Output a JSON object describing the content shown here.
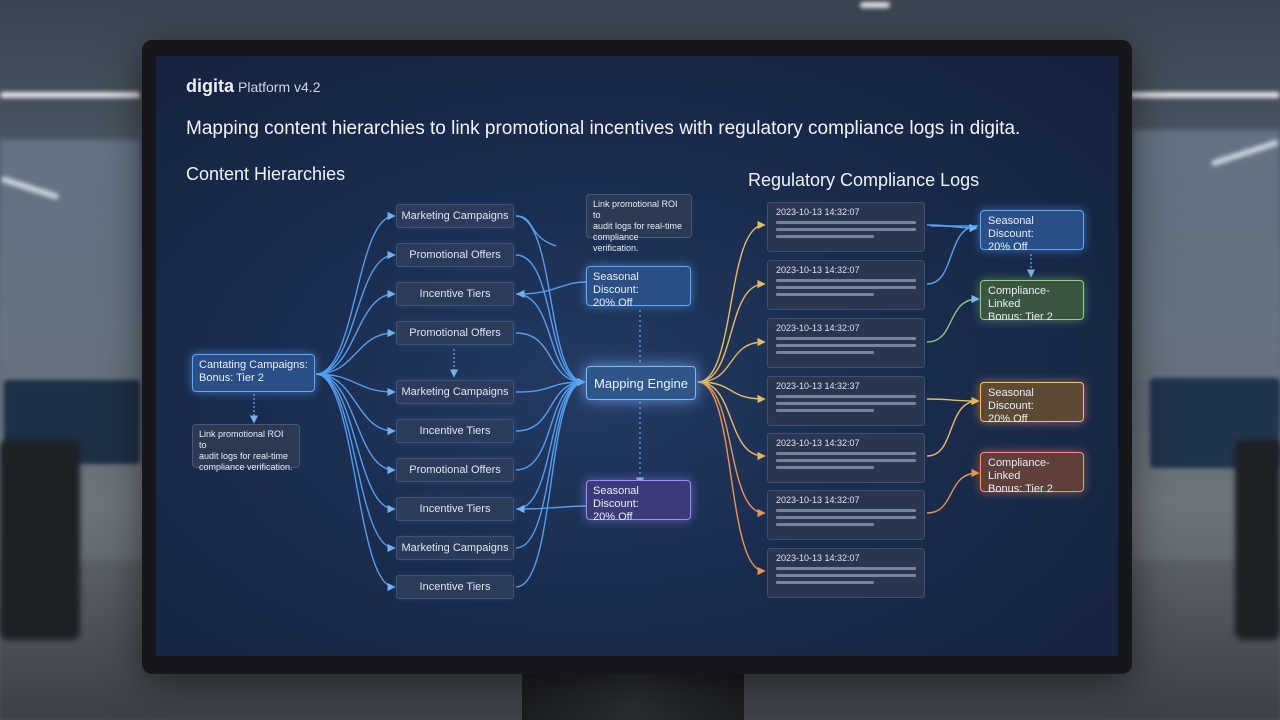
{
  "app": {
    "brand": "digita",
    "version": "Platform v4.2"
  },
  "headline": "Mapping content hierarchies to link promotional incentives with regulatory compliance logs in digita.",
  "sections": {
    "left": "Content Hierarchies",
    "right": "Regulatory Compliance Logs"
  },
  "source_tag": {
    "text": "Cantating Campaigns:\nBonus: Tier 2"
  },
  "source_note": {
    "text": "Link promotional ROI to\naudit logs for real-time\ncompliance verification."
  },
  "hierarchy_nodes": [
    "Marketing Campaigns",
    "Promotional Offers",
    "Incentive Tiers",
    "Promotional Offers",
    "Marketing Campaigns",
    "Incentive Tiers",
    "Promotional Offers",
    "Incentive Tiers",
    "Marketing Campaigns",
    "Incentive Tiers"
  ],
  "center_note": {
    "text": "Link promotional ROI to\naudit logs for real-time\ncompliance verification."
  },
  "center_tag_top": {
    "text": "Seasonal Discount:\n20% Off"
  },
  "engine": {
    "label": "Mapping Engine"
  },
  "center_tag_bottom": {
    "text": "Seasonal Discount:\n20% Off"
  },
  "logs": [
    {
      "timestamp": "2023-10-13 14:32:07"
    },
    {
      "timestamp": "2023-10-13 14:32:07"
    },
    {
      "timestamp": "2023-10-13 14:32:07"
    },
    {
      "timestamp": "2023-10-13 14:32:37"
    },
    {
      "timestamp": "2023-10-13 14:32:07"
    },
    {
      "timestamp": "2023-10-13 14:32:07"
    },
    {
      "timestamp": "2023-10-13 14:32:07"
    }
  ],
  "right_tags": [
    {
      "text": "Seasonal Discount:\n20% Off",
      "color": "#5aa9ff"
    },
    {
      "text": "Compliance-Linked\nBonus: Tier 2",
      "color": "#8fd07a"
    },
    {
      "text": "Seasonal Discount:\n20% Off",
      "color": "#ffb866"
    },
    {
      "text": "Compliance-Linked\nBonus: Tier 2",
      "color": "#ff8f6b"
    }
  ],
  "colors": {
    "screen_bg": "#1a2c4e",
    "blue_wire": "#5aa9ff",
    "gold_wire": "#f2c260",
    "orange_wire": "#f39a55"
  }
}
